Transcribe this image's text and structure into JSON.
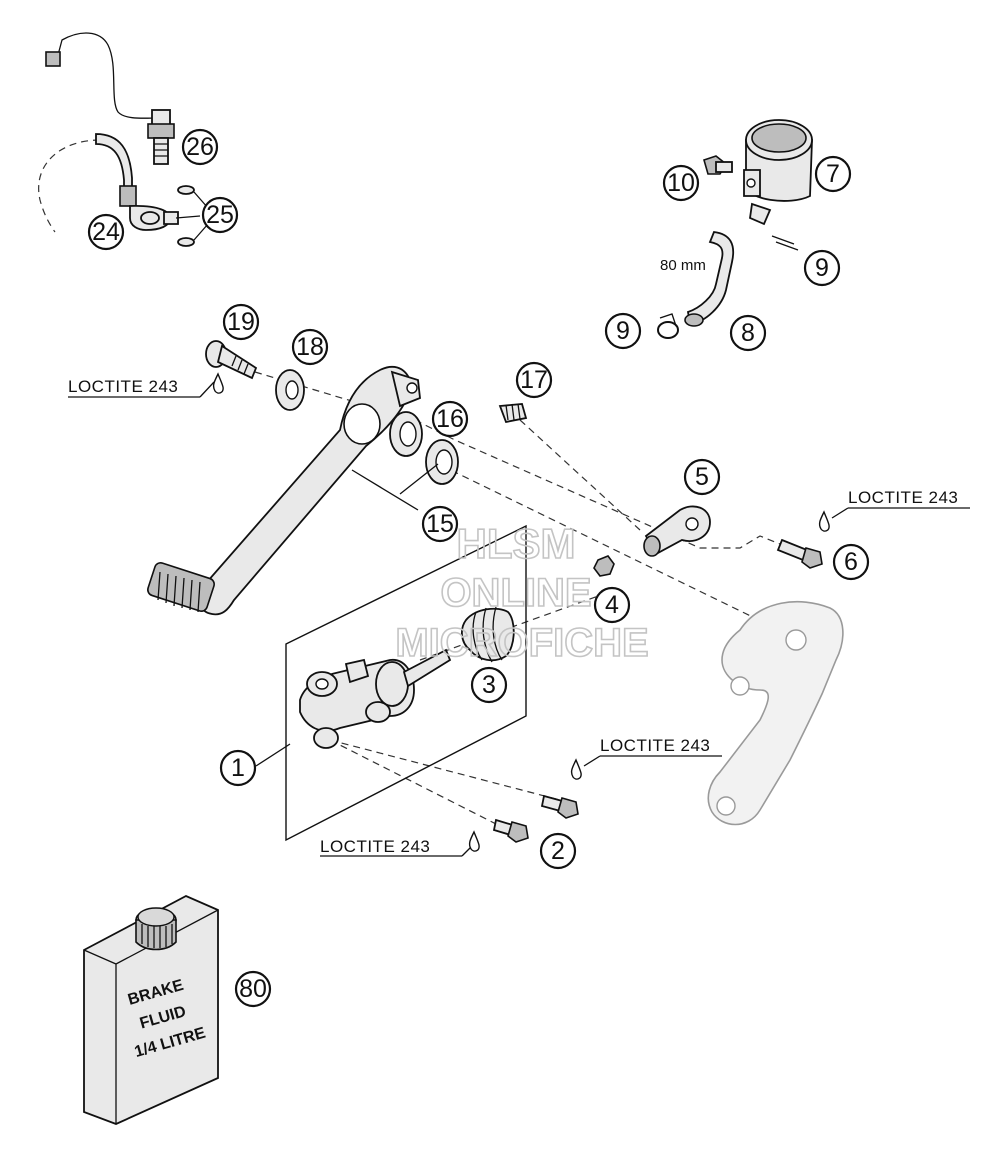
{
  "callouts": {
    "n1": "1",
    "n2": "2",
    "n3": "3",
    "n4": "4",
    "n5": "5",
    "n6": "6",
    "n7": "7",
    "n8": "8",
    "n9a": "9",
    "n9b": "9",
    "n10": "10",
    "n15": "15",
    "n16": "16",
    "n17": "17",
    "n18": "18",
    "n19": "19",
    "n24": "24",
    "n25": "25",
    "n26": "26",
    "n80": "80"
  },
  "loctite": {
    "label_1": "LOCTITE 243",
    "label_2": "LOCTITE 243",
    "label_3": "LOCTITE 243",
    "label_4": "LOCTITE 243"
  },
  "dimension": {
    "hose_length": "80 mm"
  },
  "bottle": {
    "line1": "BRAKE",
    "line2": "FLUID",
    "line3": "1/4 LITRE"
  },
  "watermark": {
    "line1": "HLSM",
    "line2": "ONLINE",
    "line3": "MICROFICHE"
  }
}
